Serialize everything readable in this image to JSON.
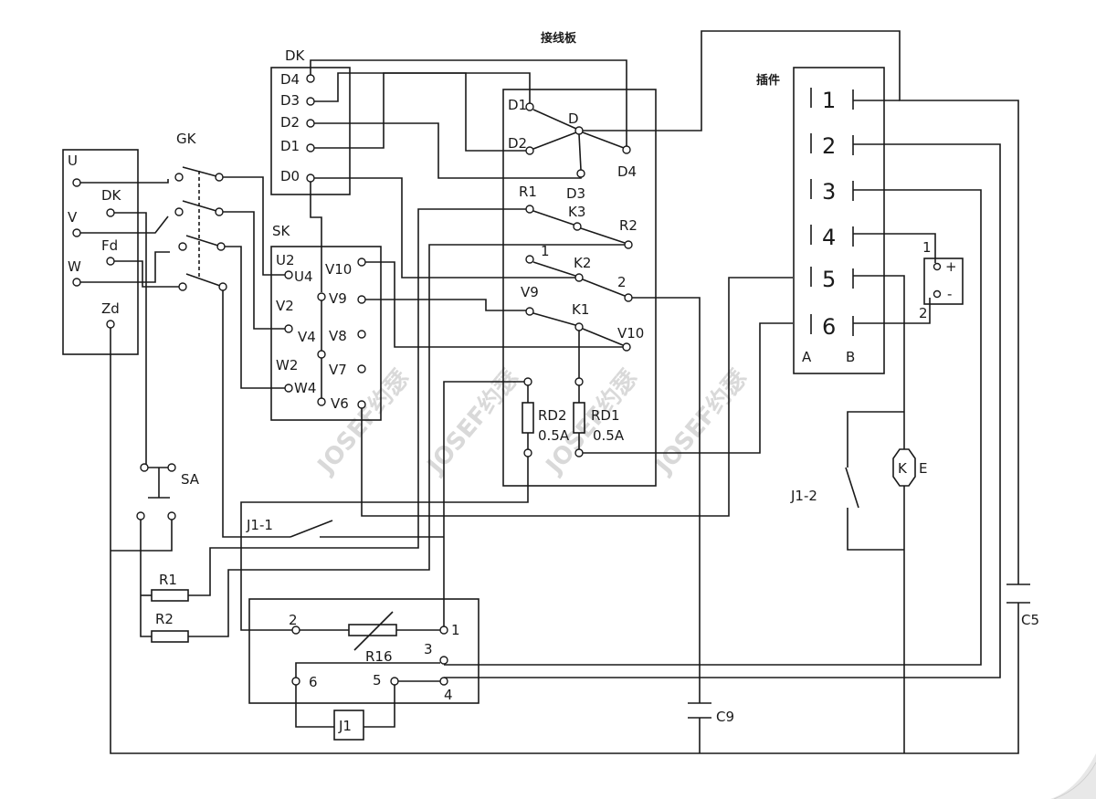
{
  "labels": {
    "title_board": "接线板",
    "title_plugin": "插件",
    "DK": "DK",
    "GK": "GK",
    "SK": "SK",
    "SA": "SA",
    "U": "U",
    "V": "V",
    "W": "W",
    "DK_small": "DK",
    "Fd": "Fd",
    "Zd": "Zd",
    "D4": "D4",
    "D3": "D3",
    "D2": "D2",
    "D1": "D1",
    "D0": "D0",
    "U2": "U2",
    "U4": "U4",
    "V2": "V2",
    "V4": "V4",
    "W2": "W2",
    "W4": "W4",
    "V10": "V10",
    "V9": "V9",
    "V8": "V8",
    "V7": "V7",
    "V6": "V6",
    "bD1": "D1",
    "bD2": "D2",
    "bD": "D",
    "bD3": "D3",
    "bD4": "D4",
    "R1": "R1",
    "K3": "K3",
    "R2": "R2",
    "k2_1": "1",
    "K2": "K2",
    "k2_2": "2",
    "bV9": "V9",
    "K1": "K1",
    "bV10": "V10",
    "RD2": "RD2",
    "RD2_rating": "0.5A",
    "RD1": "RD1",
    "RD1_rating": "0.5A",
    "p1": "1",
    "p2": "2",
    "p3": "3",
    "p4": "4",
    "p5": "5",
    "p6": "6",
    "pA": "A",
    "pB": "B",
    "plus1": "1",
    "plus_sign": "+",
    "minus_sign": "-",
    "minus2": "2",
    "J1_2": "J1-2",
    "KE": "K",
    "E": "E",
    "J1_1": "J1-1",
    "res_R1": "R1",
    "res_R2": "R2",
    "R16": "R16",
    "n1": "1",
    "n2": "2",
    "n3": "3",
    "n4": "4",
    "n5": "5",
    "n6": "6",
    "J1": "J1",
    "C9": "C9",
    "C5": "C5"
  },
  "watermark": [
    "JOSEF约瑟",
    "JOSEF约瑟",
    "JOSEF约瑟",
    "JOSEF约瑟"
  ],
  "colors": {
    "line": "#1a1a1a",
    "background": "#ffffff",
    "watermark": "#d9d9d9"
  }
}
